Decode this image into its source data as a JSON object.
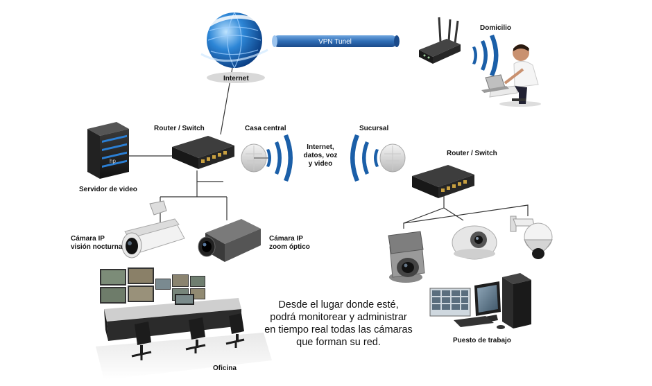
{
  "labels": {
    "internet": "Internet",
    "domicilio": "Domicilio",
    "vpn_tunnel": "VPN Tunel",
    "router_switch_left": "Router / Switch",
    "casa_central": "Casa central",
    "sucursal": "Sucursal",
    "link_text": [
      "Internet,",
      "datos, voz",
      "y video"
    ],
    "router_switch_right": "Router / Switch",
    "servidor_video": "Servidor de video",
    "camara_ip_nocturna": [
      "Cámara IP",
      "visión nocturna"
    ],
    "camara_ip_zoom": [
      "Cámara IP",
      "zoom óptico"
    ],
    "oficina": "Oficina",
    "puesto_trabajo": "Puesto de trabajo"
  },
  "caption": [
    "Desde el lugar donde esté,",
    "podrá monitorear y administrar",
    "en tiempo real todas las cámaras",
    "que forman su red."
  ],
  "icons": {
    "globe": "globe-icon",
    "vpn_tube": "vpn-tunnel-icon",
    "wireless_router": "wireless-router-icon",
    "home_user": "home-user-laptop-icon",
    "server": "video-server-icon",
    "router_left": "router-switch-icon",
    "router_right": "router-switch-icon",
    "antenna_left": "dish-antenna-icon",
    "antenna_right": "dish-antenna-icon",
    "bullet_camera": "bullet-camera-icon",
    "box_camera": "box-camera-icon",
    "ptz_camera": "ptz-camera-icon",
    "dome_camera": "dome-camera-icon",
    "speed_dome": "speed-dome-camera-icon",
    "workstation": "workstation-pc-icon",
    "control_room": "control-room-icon"
  },
  "colors": {
    "wave_blue": "#1b5fa8",
    "vpn_blue": "#2f6db5",
    "device_dark": "#1c1c1c",
    "port_orange": "#c8a040"
  }
}
